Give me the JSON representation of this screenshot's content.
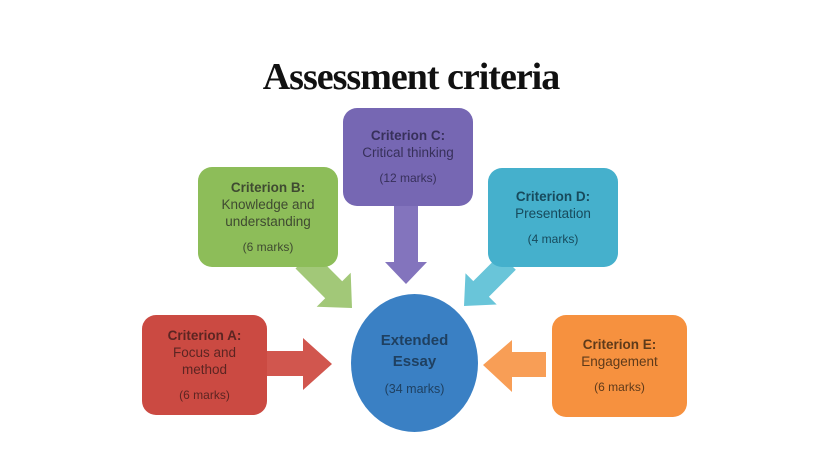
{
  "title": "Assessment criteria",
  "background": "#ffffff",
  "title_color": "#111111",
  "center": {
    "title": "Extended\nEssay",
    "marks": "(34 marks)",
    "fill": "#3a80c4",
    "text_color": "#1f4061"
  },
  "criteria": [
    {
      "id": "A",
      "header": "Criterion A:",
      "body": "Focus and\nmethod",
      "marks": "(6 marks)",
      "fill": "#cb4a42",
      "arrow_fill": "#d1564e",
      "text_color": "#5c2522",
      "position": "left"
    },
    {
      "id": "B",
      "header": "Criterion B:",
      "body": "Knowledge and\nunderstanding",
      "marks": "(6 marks)",
      "fill": "#8dbd59",
      "arrow_fill": "#a2c878",
      "text_color": "#3f4a31",
      "position": "upper-left"
    },
    {
      "id": "C",
      "header": "Criterion C:",
      "body": "Critical thinking",
      "marks": "(12 marks)",
      "fill": "#7667b3",
      "arrow_fill": "#8374bd",
      "text_color": "#37305a",
      "position": "top"
    },
    {
      "id": "D",
      "header": "Criterion D:",
      "body": "Presentation",
      "marks": "(4 marks)",
      "fill": "#45b0cc",
      "arrow_fill": "#69c5d9",
      "text_color": "#174a5c",
      "position": "upper-right"
    },
    {
      "id": "E",
      "header": "Criterion E:",
      "body": "Engagement",
      "marks": "(6 marks)",
      "fill": "#f6913f",
      "arrow_fill": "#f89e56",
      "text_color": "#5e3a1a",
      "position": "right"
    }
  ]
}
